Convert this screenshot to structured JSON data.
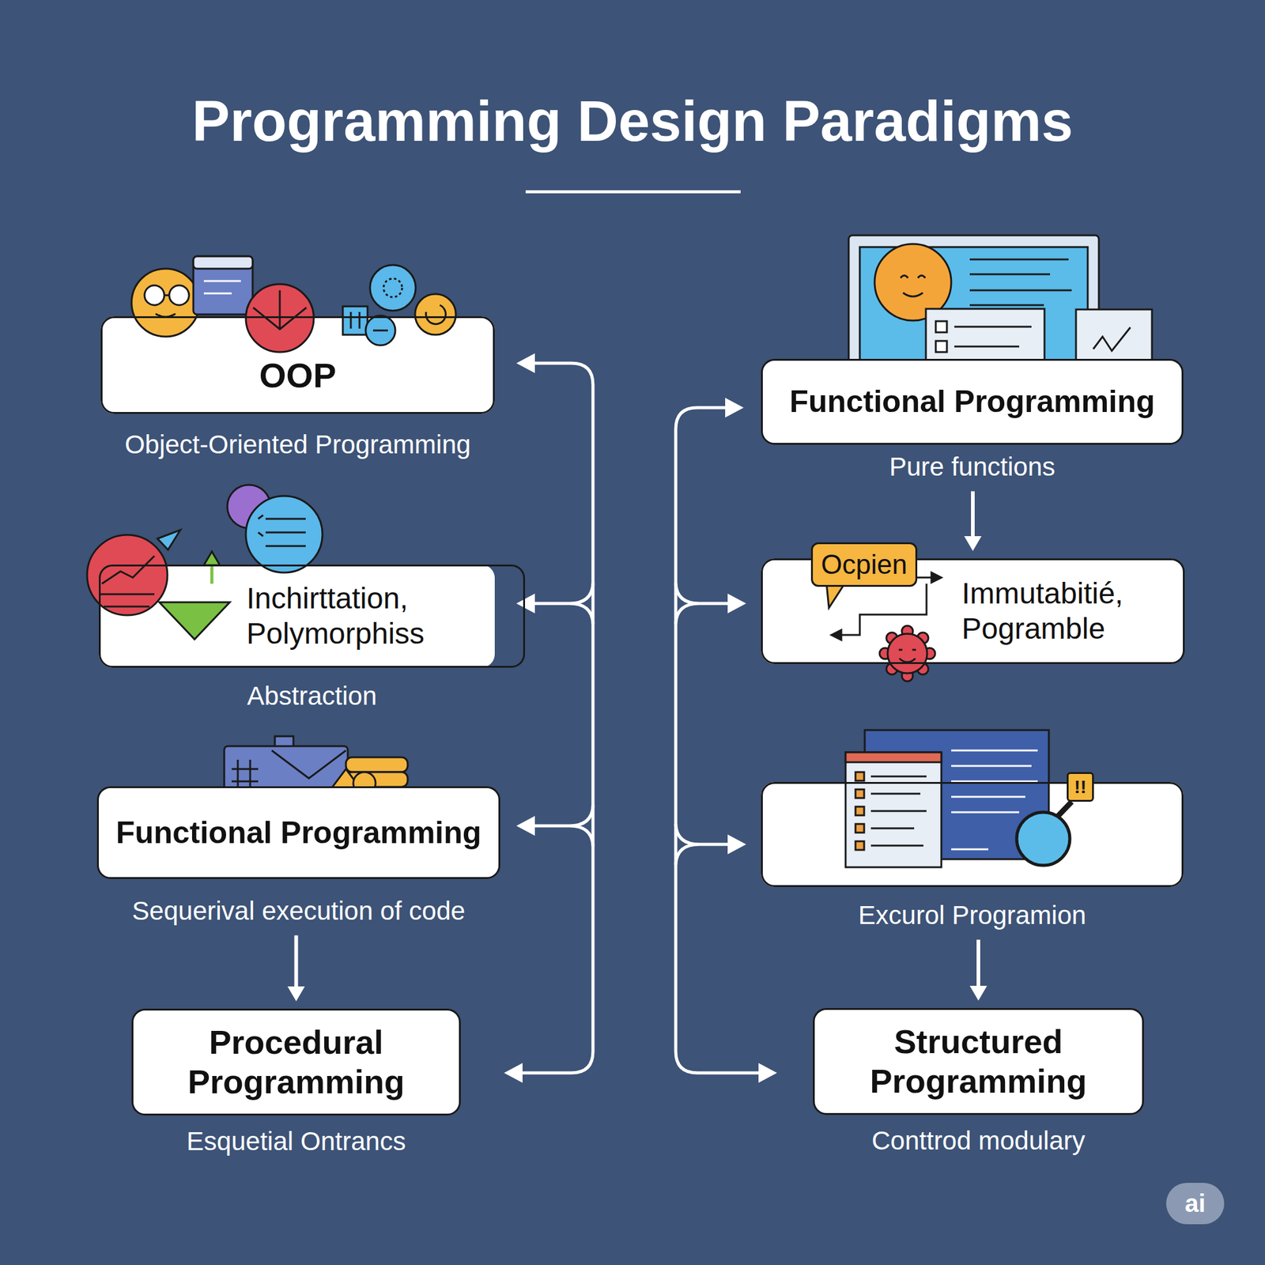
{
  "diagram": {
    "title": "Programming Design Paradigms",
    "nodes": [
      {
        "text": [
          "OOP",
          "Object-Oriented Programming"
        ]
      },
      {
        "text": [
          "Inchirttation, Polymorphiss",
          "Abstraction"
        ]
      },
      {
        "text": [
          "Functional Programming",
          "Sequerival execution of code"
        ]
      },
      {
        "text": [
          "Procedural Programming",
          "Esquetial Ontrancs"
        ]
      },
      {
        "text": [
          "Functional Programming",
          "Pure functions"
        ]
      },
      {
        "text": [
          "Immutabitié, Pogramble"
        ]
      },
      {
        "text": [
          "Ocpien"
        ],
        "in": 5
      },
      {
        "text": [
          "Excurol Programion"
        ]
      },
      {
        "text": [
          "Structured Programming",
          "Conttrod modulary"
        ]
      }
    ],
    "edges": [
      {
        "from": 2,
        "to": 3,
        "arrow": "to"
      },
      {
        "from": 4,
        "to": 5,
        "arrow": "to"
      },
      {
        "from": 7,
        "to": 8,
        "arrow": "to"
      }
    ],
    "labels": [
      "!!",
      "ai"
    ]
  }
}
